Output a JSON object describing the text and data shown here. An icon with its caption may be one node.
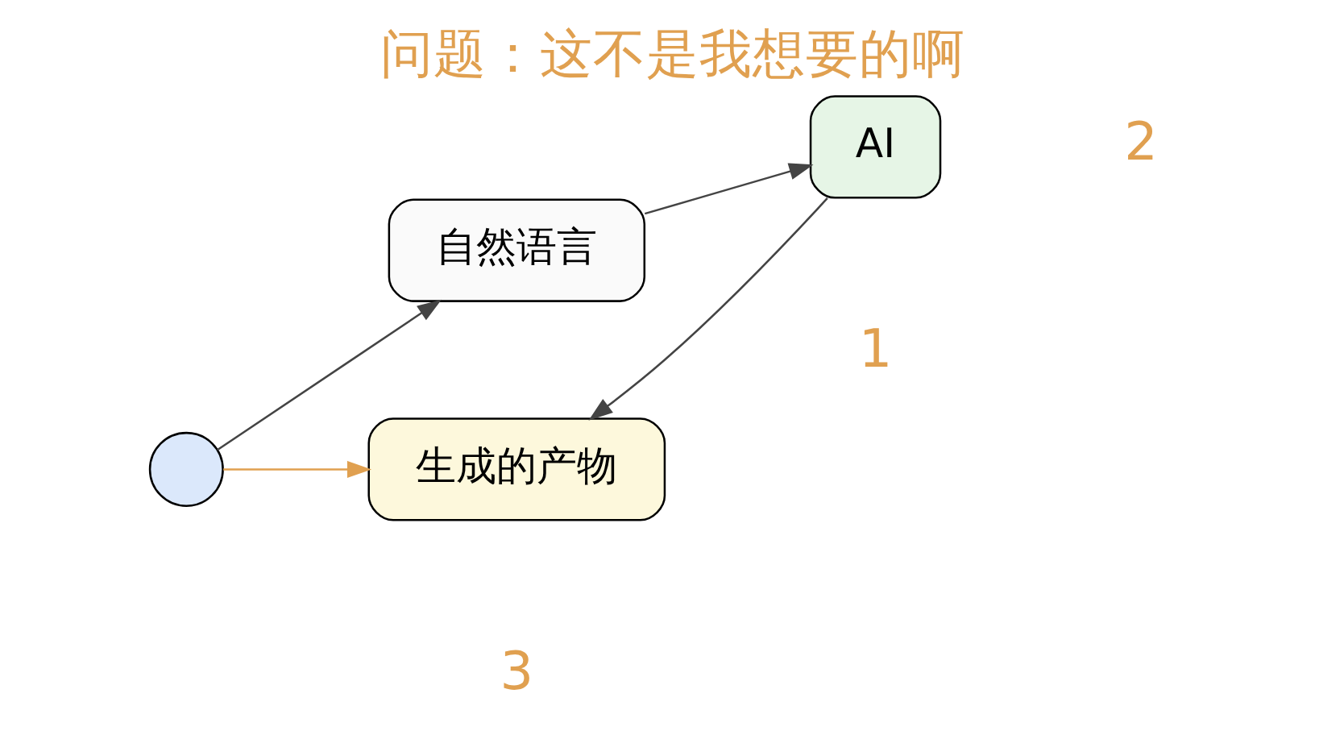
{
  "diagram": {
    "title": "问题：这不是我想要的啊",
    "nodes": [
      {
        "text": [],
        "shape": "person"
      },
      {
        "text": [
          "自然语言"
        ]
      },
      {
        "text": [
          "AI"
        ]
      },
      {
        "text": [
          "生成的产物"
        ]
      }
    ],
    "edges": [
      {
        "from": 0,
        "to": 1,
        "arrow": "to"
      },
      {
        "from": 1,
        "to": 2,
        "arrow": "to"
      },
      {
        "from": 2,
        "to": 3,
        "arrow": "to"
      },
      {
        "from": 0,
        "to": 3,
        "arrow": "to",
        "color": "#e0a050"
      }
    ],
    "labels": [
      "1",
      "3",
      "2"
    ]
  }
}
